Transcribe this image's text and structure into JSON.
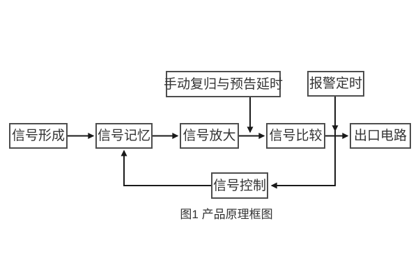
{
  "diagram": {
    "caption": "图1 产品原理框图",
    "nodes": {
      "signal_formation": {
        "label": "信号形成"
      },
      "signal_memory": {
        "label": "信号记忆"
      },
      "signal_amplification": {
        "label": "信号放大"
      },
      "signal_comparison": {
        "label": "信号比较"
      },
      "output_circuit": {
        "label": "出口电路"
      },
      "manual_reset_delay": {
        "label": "手动复归与预告延时"
      },
      "alarm_timing": {
        "label": "报警定时"
      },
      "signal_control": {
        "label": "信号控制"
      }
    },
    "edges": [
      {
        "from": "信号形成",
        "to": "信号记忆",
        "style": "arrow-right"
      },
      {
        "from": "信号记忆",
        "to": "信号放大",
        "style": "arrow-right"
      },
      {
        "from": "信号放大",
        "to": "信号比较",
        "style": "arrow-right"
      },
      {
        "from": "信号比较",
        "to": "出口电路",
        "style": "arrow-right"
      },
      {
        "from": "手动复归与预告延时",
        "to": "信号放大与信号比较之间连线",
        "style": "arrow-down"
      },
      {
        "from": "报警定时",
        "to": "信号比较与出口电路之间连线",
        "style": "arrow-down"
      },
      {
        "from": "报警定时下行连线",
        "to": "信号控制",
        "style": "arrow-left"
      },
      {
        "from": "信号控制",
        "to": "信号记忆",
        "style": "arrow-up"
      }
    ],
    "colors": {
      "background": "#ffffff",
      "box_border": "#4d4d4d",
      "text": "#333333",
      "line": "#1a1a1a"
    }
  }
}
